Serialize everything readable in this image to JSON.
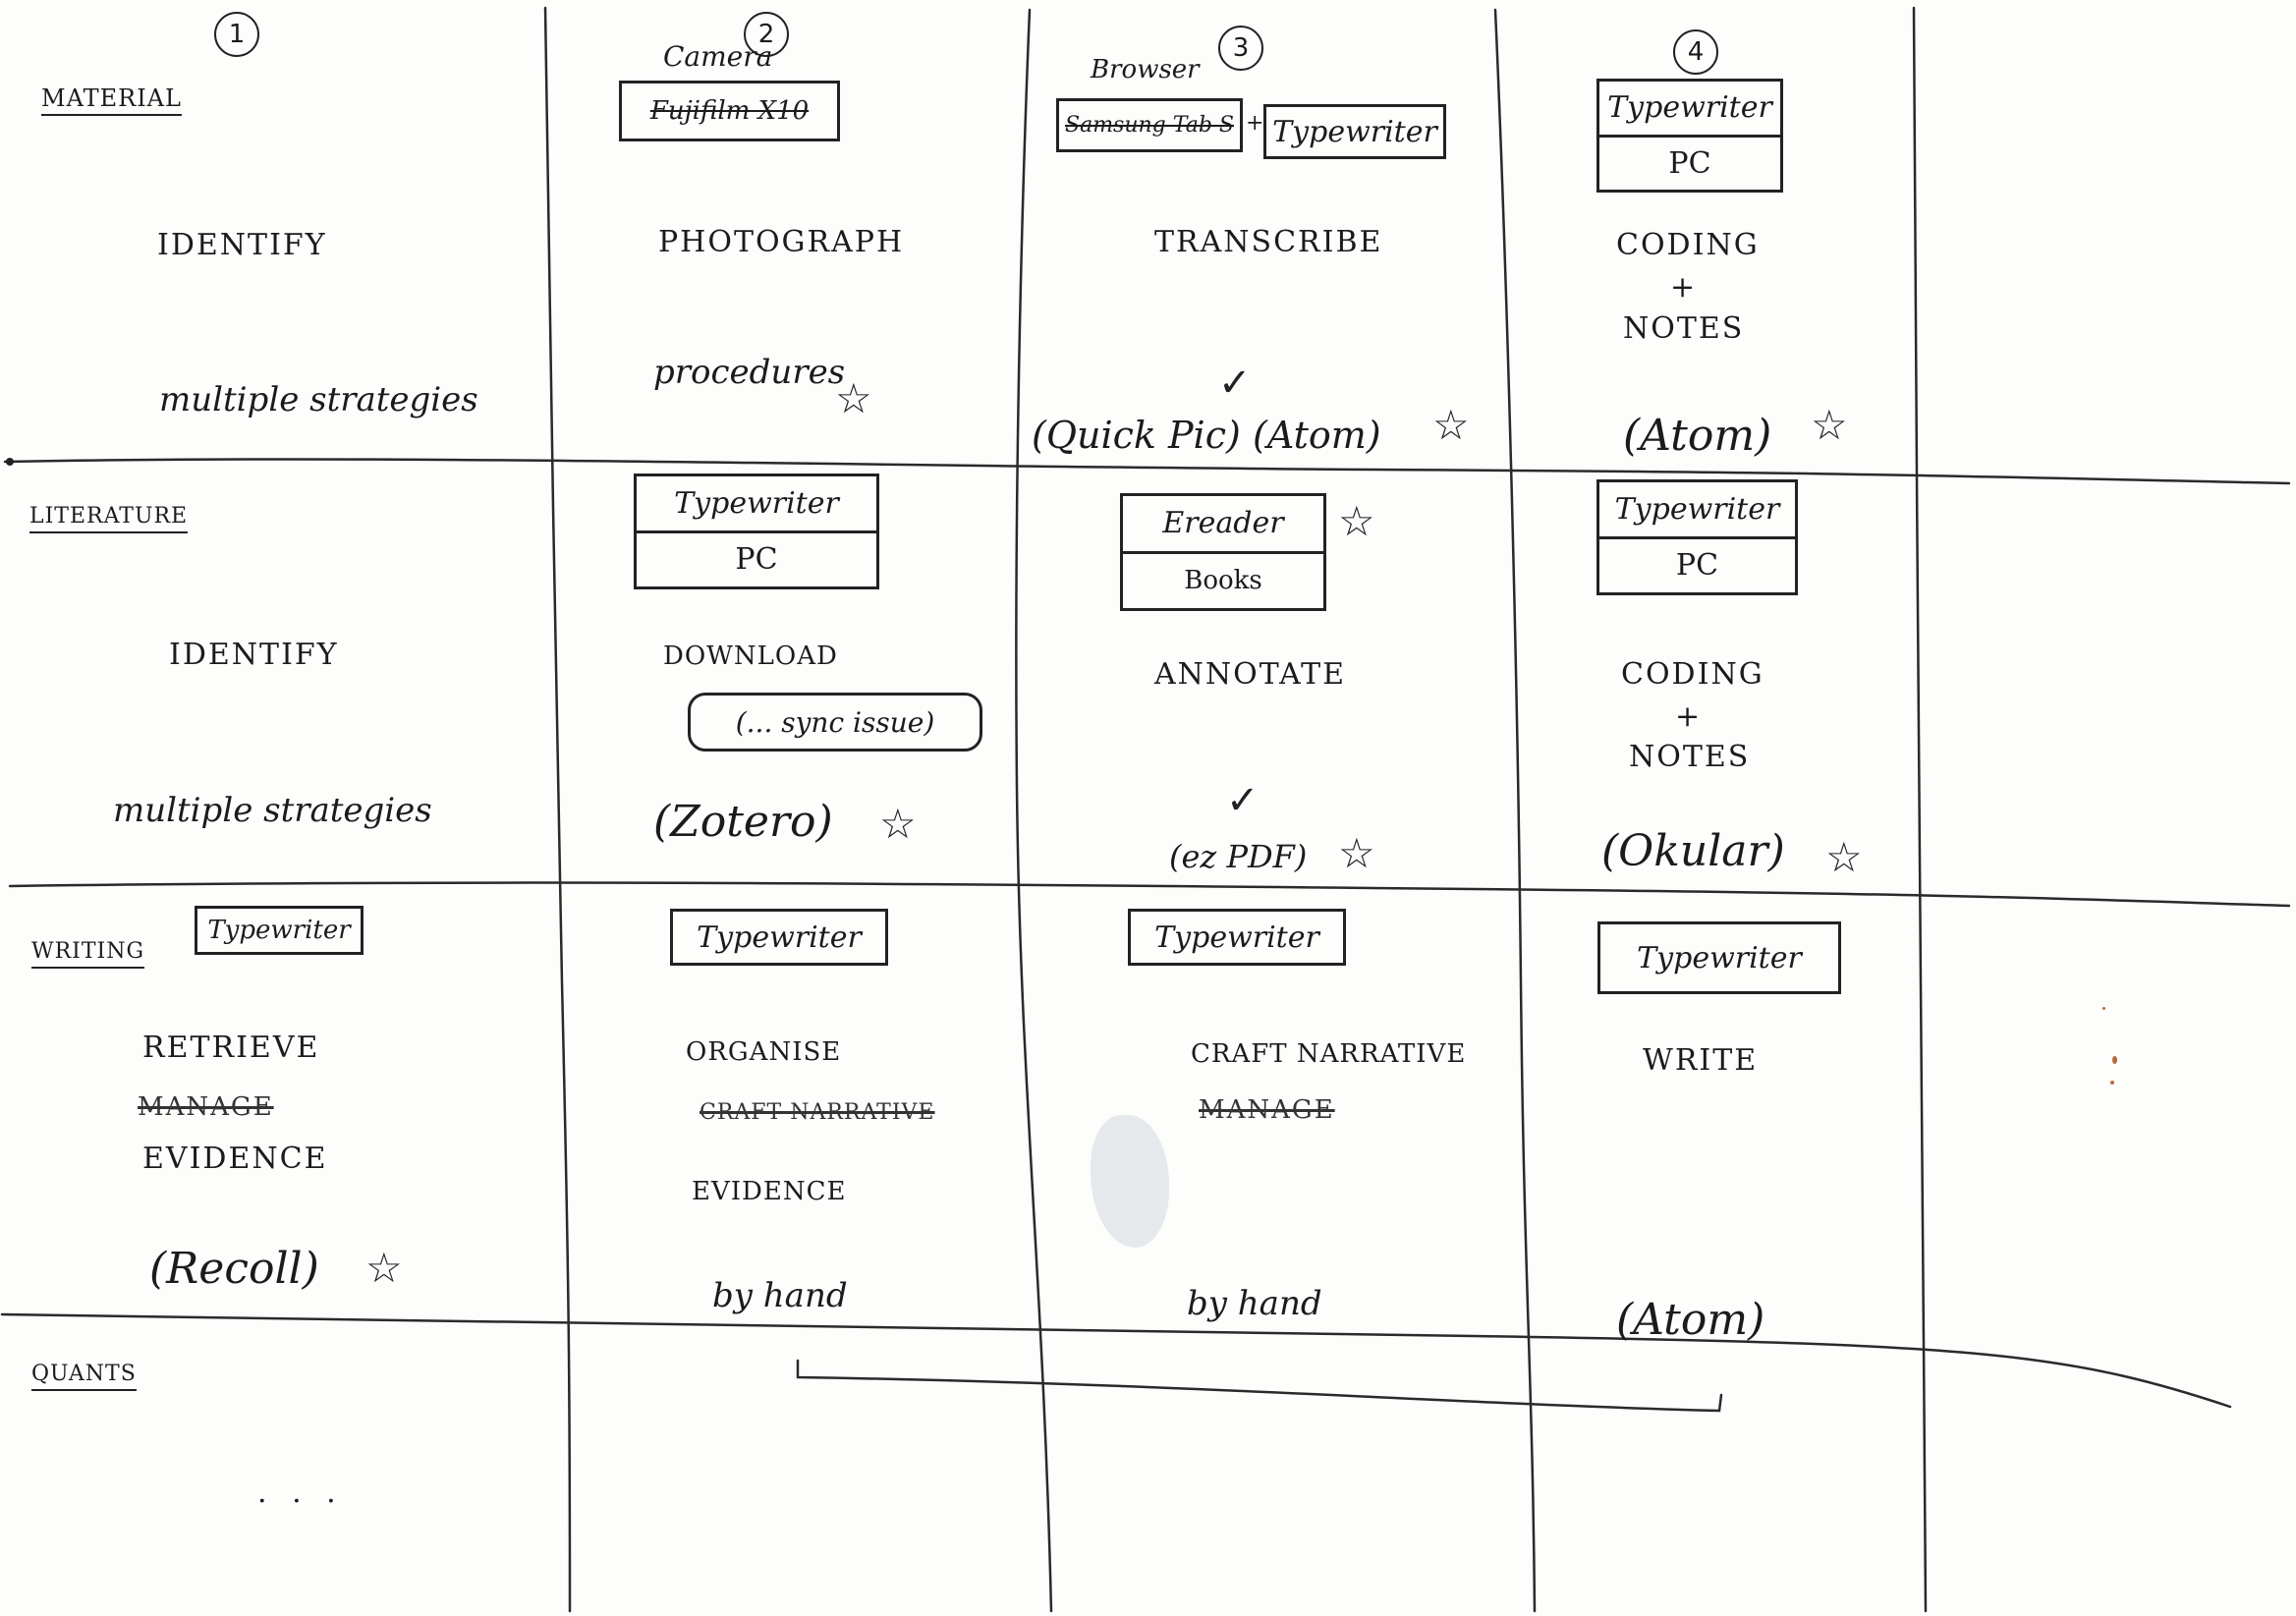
{
  "columns": [
    {
      "number": "1"
    },
    {
      "number": "2"
    },
    {
      "number": "3"
    },
    {
      "number": "4"
    }
  ],
  "rows": {
    "material": {
      "label": "MATERIAL",
      "c1": {
        "step": "IDENTIFY",
        "tool": "multiple strategies"
      },
      "c2": {
        "device_above": "Camera",
        "device_struck": "Fujifilm X10",
        "step": "PHOTOGRAPH",
        "tool": "procedures"
      },
      "c3": {
        "device_above": "Browser",
        "device_struck": "Samsung Tab S",
        "device_plus": "+",
        "device2": "Typewriter",
        "step": "TRANSCRIBE",
        "tool1": "(Quick Pic)",
        "tool2": "(Atom)"
      },
      "c4": {
        "device_top": "Typewriter",
        "device_bottom": "PC",
        "step": "CODING",
        "plus": "+",
        "step2": "NOTES",
        "tool": "(Atom)"
      }
    },
    "literature": {
      "label": "LITERATURE",
      "c1": {
        "step": "IDENTIFY",
        "tool": "multiple strategies"
      },
      "c2": {
        "device_top": "Typewriter",
        "device_bottom": "PC",
        "step": "DOWNLOAD",
        "note": "(... sync issue)",
        "tool": "(Zotero)"
      },
      "c3": {
        "device_top": "Ereader",
        "device_bottom": "Books",
        "step": "ANNOTATE",
        "tool": "(ez PDF)"
      },
      "c4": {
        "device_top": "Typewriter",
        "device_bottom": "PC",
        "step": "CODING",
        "plus": "+",
        "step2": "NOTES",
        "tool": "(Okular)"
      }
    },
    "writing": {
      "label": "WRITING",
      "c1": {
        "device": "Typewriter",
        "step": "RETRIEVE",
        "struck": "MANAGE",
        "step2": "EVIDENCE",
        "tool": "(Recoll)"
      },
      "c2": {
        "device": "Typewriter",
        "step": "ORGANISE",
        "struck": "CRAFT NARRATIVE",
        "step2": "EVIDENCE",
        "tool": "by hand"
      },
      "c3": {
        "device": "Typewriter",
        "step": "CRAFT NARRATIVE",
        "struck": "MANAGE",
        "tool": "by hand"
      },
      "c4": {
        "device": "Typewriter",
        "step": "WRITE",
        "tool": "(Atom)"
      }
    },
    "quants": {
      "label": "QUANTS",
      "c1": {
        "step": ". . ."
      }
    }
  },
  "marks": {
    "star": "☆",
    "check": "✓"
  }
}
